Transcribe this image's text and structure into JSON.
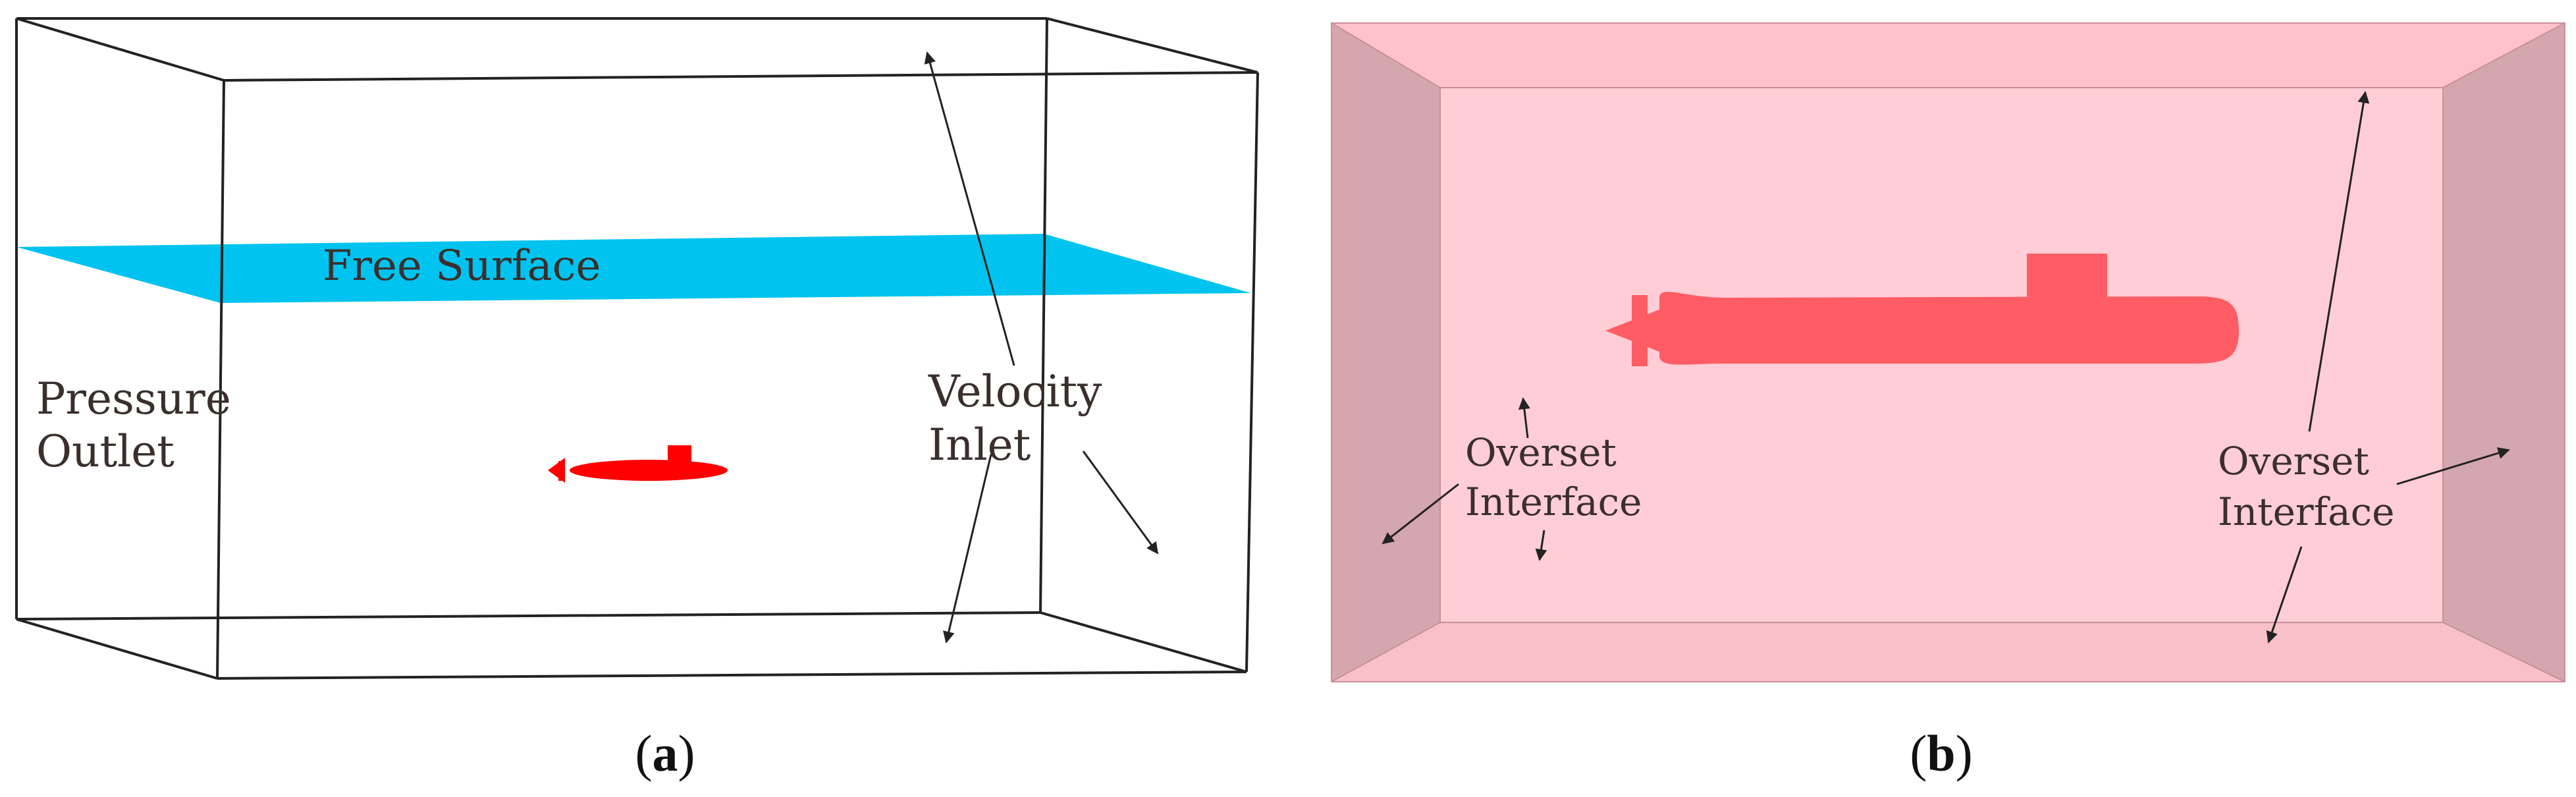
{
  "panel_a": {
    "labels": {
      "free_surface": "Free Surface",
      "pressure_outlet_line1": "Pressure",
      "pressure_outlet_line2": "Outlet",
      "velocity_inlet_line1": "Velocity",
      "velocity_inlet_line2": "Inlet"
    },
    "caption": {
      "open": "(",
      "letter": "a",
      "close": ")"
    },
    "colors": {
      "free_surface": "#00c3ef",
      "submarine": "#ff0000",
      "box_edges": "#222222"
    }
  },
  "panel_b": {
    "labels": {
      "overset_left_line1": "Overset",
      "overset_left_line2": "Interface",
      "overset_right_line1": "Overset",
      "overset_right_line2": "Interface"
    },
    "caption": {
      "open": "(",
      "letter": "b",
      "close": ")"
    },
    "colors": {
      "inner_face": "#ffcdd5",
      "side_face": "#d4a6ae",
      "top_face": "#ffc2cc",
      "bottom_face": "#f8c0c8",
      "submarine": "#ff5c65"
    }
  }
}
